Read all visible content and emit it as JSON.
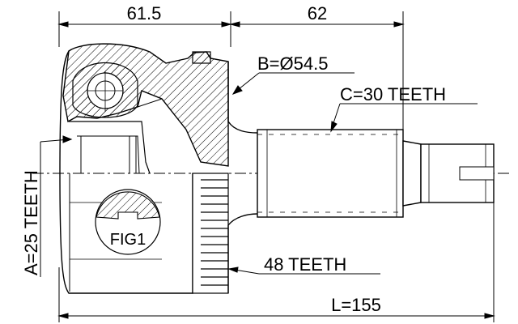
{
  "dimensions": {
    "top_left": "61.5",
    "top_right": "62",
    "bottom_total": "L=155"
  },
  "callouts": {
    "b_diameter": "B=Ø54.5",
    "c_teeth": "C=30 TEETH",
    "abs_teeth": "48 TEETH",
    "a_teeth": "A=25 TEETH",
    "fig": "FIG1"
  }
}
